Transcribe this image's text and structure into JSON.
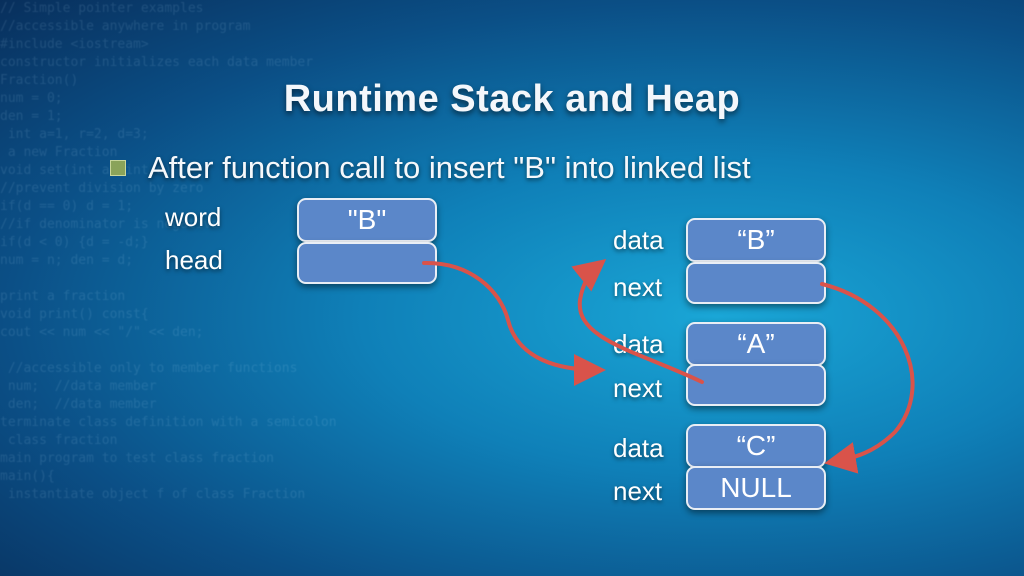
{
  "slide": {
    "title": "Runtime Stack and Heap",
    "bullet": "After function call to insert \"B\" into linked list"
  },
  "stack": {
    "word_label": "word",
    "head_label": "head",
    "word_value": "\"B\""
  },
  "heap": {
    "node1": {
      "data_label": "data",
      "next_label": "next",
      "data_value": "“B”"
    },
    "node2": {
      "data_label": "data",
      "next_label": "next",
      "data_value": "“A”"
    },
    "node3": {
      "data_label": "data",
      "next_label": "next",
      "data_value": "“C”",
      "next_value": "NULL"
    }
  },
  "colors": {
    "arrow": "#d9534a",
    "box_fill": "#5b87c9",
    "box_border": "#e9eef5",
    "bullet_mark": "#8aa35a"
  }
}
